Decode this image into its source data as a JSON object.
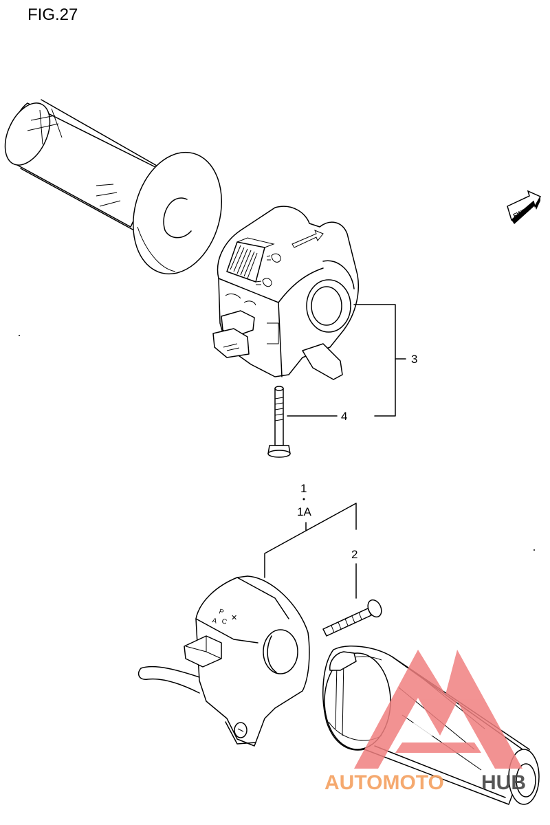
{
  "figure": {
    "title": "FIG.27"
  },
  "callouts": {
    "c1": "1",
    "c1a": "1A",
    "c2": "2",
    "c3": "3",
    "c4": "4"
  },
  "fwd_label": "FWD",
  "watermark": {
    "text_left": "AUTOMOTO",
    "text_right": "HUB",
    "color_accent": "#f4a060",
    "color_mark": "#f08080",
    "color_dark": "#333333"
  }
}
